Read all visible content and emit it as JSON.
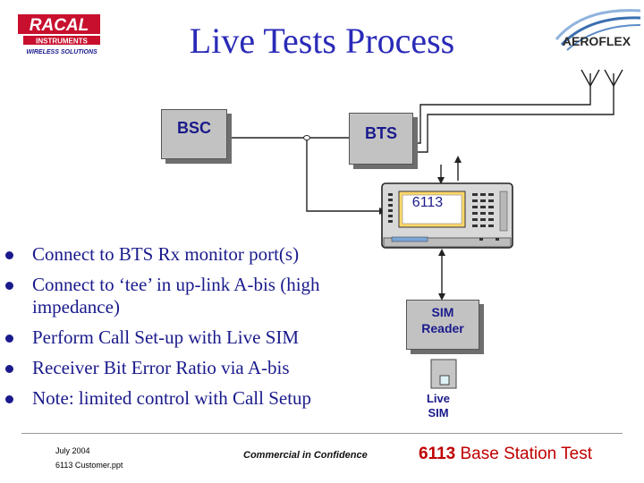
{
  "title": "Live Tests Process",
  "logos": {
    "racal_main": "RACAL",
    "racal_band": "INSTRUMENTS",
    "racal_sub": "WIRELESS SOLUTIONS",
    "aeroflex": "AEROFLEX"
  },
  "diagram": {
    "bsc": "BSC",
    "bts": "BTS",
    "device": "6113",
    "sim_reader": [
      "SIM",
      "Reader"
    ],
    "live_sim": [
      "Live",
      "SIM"
    ]
  },
  "bullets": [
    "Connect to BTS Rx  monitor port(s)",
    "Connect to ‘tee’ in up-link A-bis (high impedance)",
    "Perform Call Set-up with Live SIM",
    "Receiver Bit Error Ratio via A-bis",
    "Note: limited control with Call Setup"
  ],
  "footer": {
    "date": "July 2004",
    "file": "6113 Customer.ppt",
    "confidential": "Commercial in Confidence",
    "product_bold": "6113",
    "product_rest": " Base Station Test"
  },
  "colors": {
    "title": "#2a2ab8",
    "box_text": "#1a1a8c",
    "racal_red": "#c8102e",
    "aeroflex_blue": "#3a6fb0",
    "footer_red": "#c00000"
  }
}
